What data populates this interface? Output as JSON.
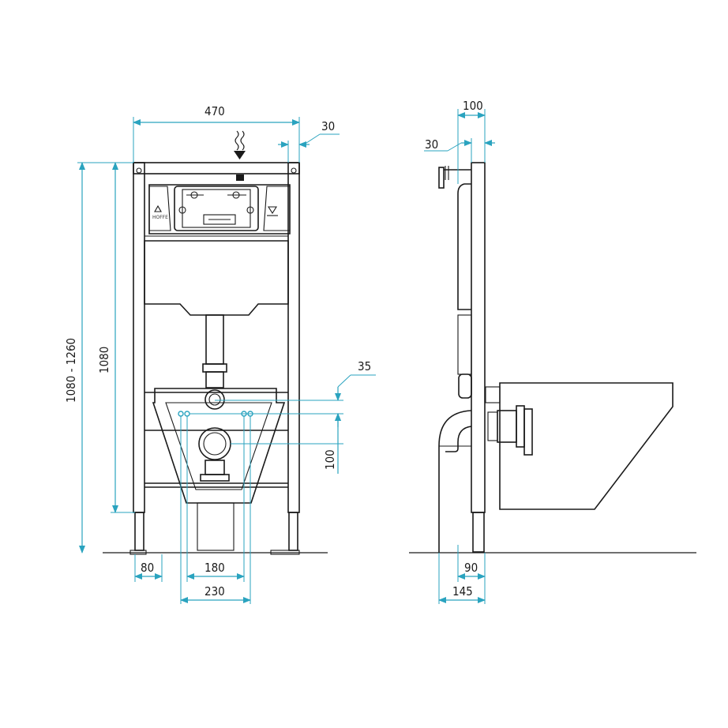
{
  "colors": {
    "outline": "#1a1a1a",
    "dimension": "#2aa3bf",
    "background": "#ffffff"
  },
  "front_view": {
    "width_label": "470",
    "offset_label": "30",
    "height_range_label": "1080 - 1260",
    "height_label": "1080",
    "outlet_offset_label": "35",
    "drain_offset_label": "100",
    "foot_label": "80",
    "stud_spacing_label": "180",
    "outer_spacing_label": "230",
    "logo_text": "HOFFE"
  },
  "side_view": {
    "depth_label": "100",
    "offset_label": "30",
    "foot_depth_label": "90",
    "drain_depth_label": "145"
  },
  "icons": [
    "water-inlet-icon",
    "recycle-icon",
    "brand-logo-icon"
  ]
}
